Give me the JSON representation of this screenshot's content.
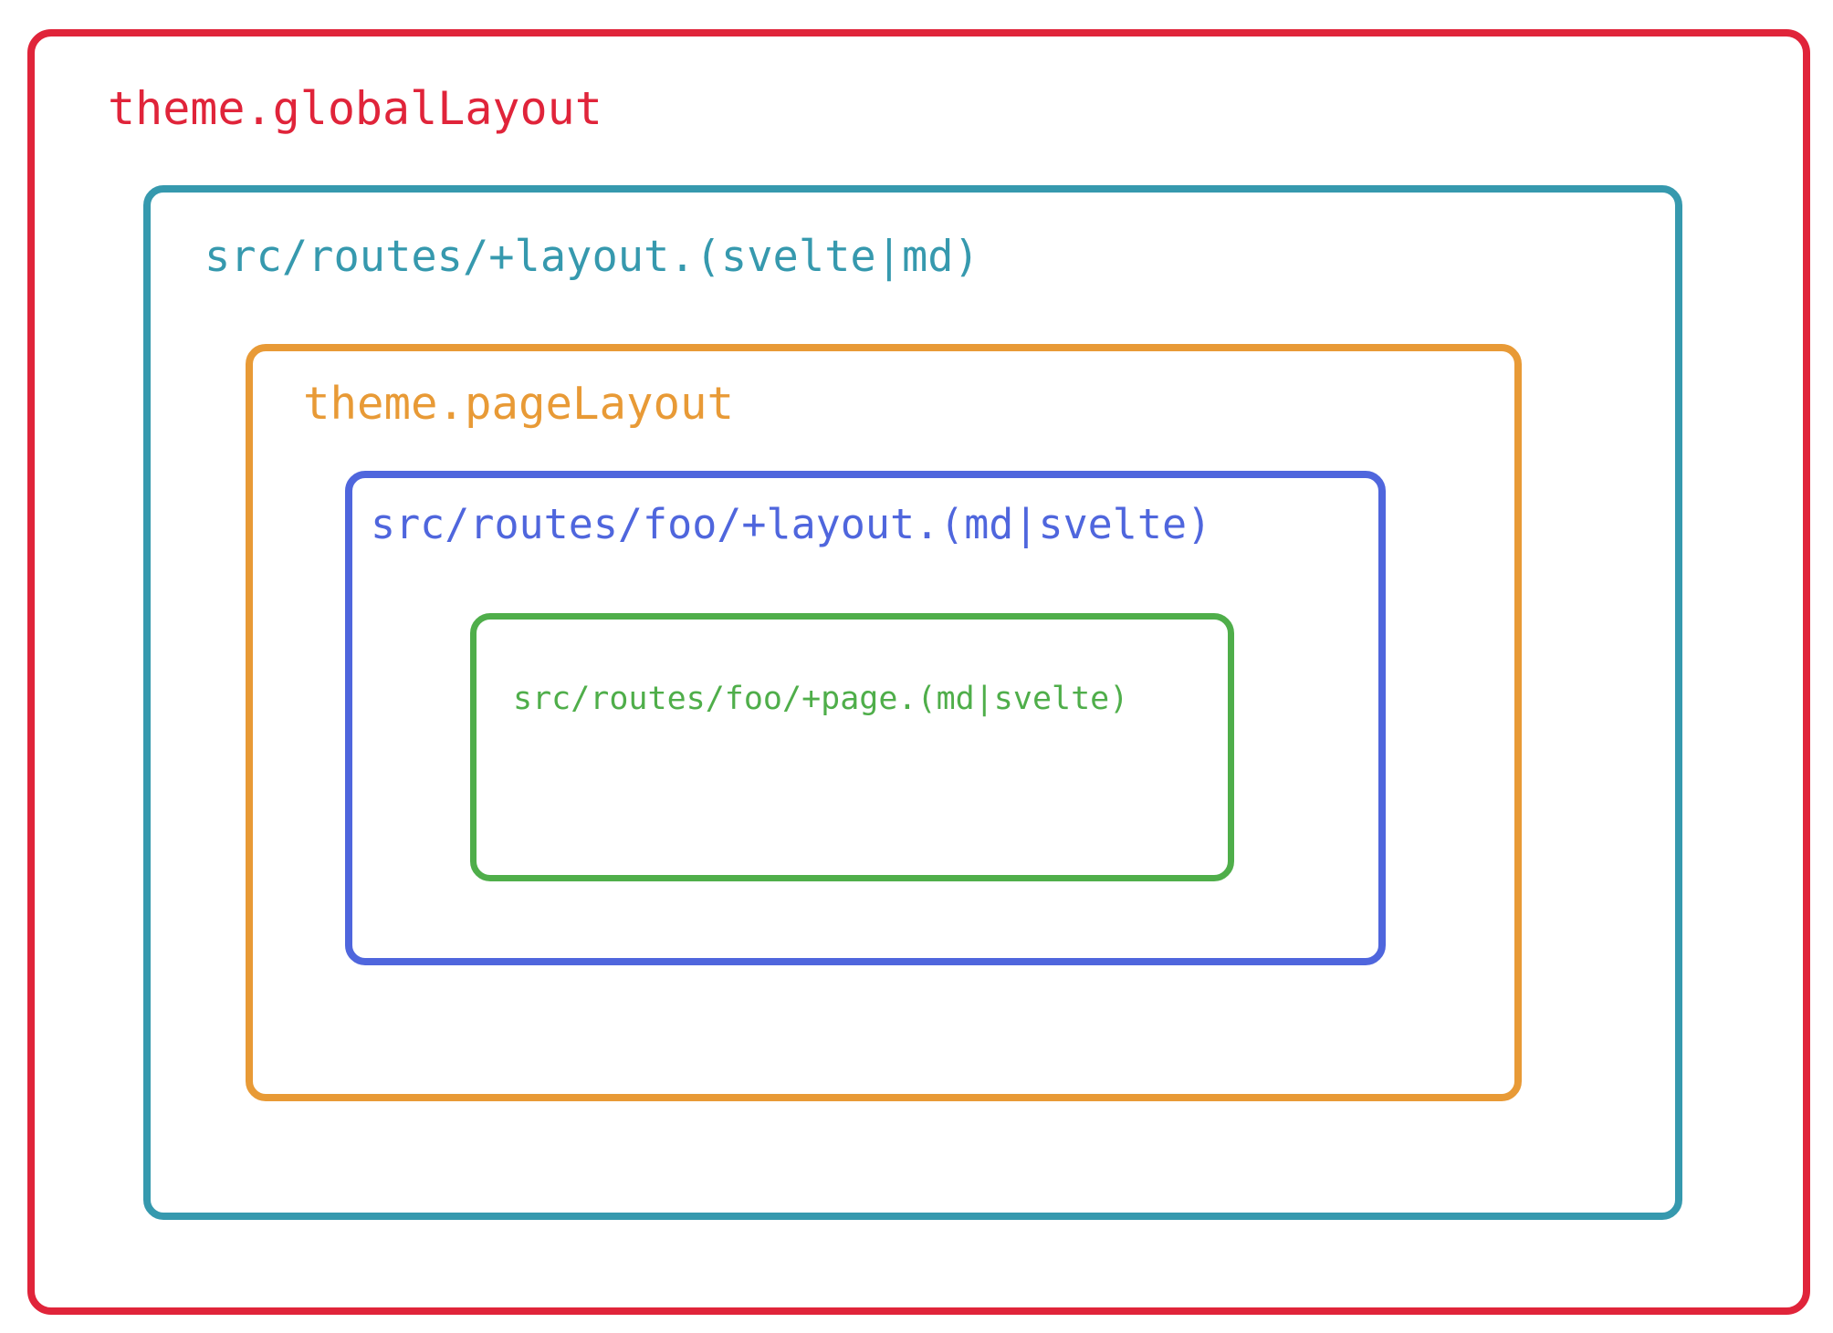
{
  "layers": {
    "global": {
      "label": "theme.globalLayout",
      "color": "#E0243A"
    },
    "root_layout": {
      "label": "src/routes/+layout.(svelte|md)",
      "color": "#3699AE"
    },
    "page_layout": {
      "label": "theme.pageLayout",
      "color": "#E89A36"
    },
    "foo_layout": {
      "label": "src/routes/foo/+layout.(md|svelte)",
      "color": "#4F66DD"
    },
    "foo_page": {
      "label": "src/routes/foo/+page.(md|svelte)",
      "color": "#4FAE4A"
    }
  }
}
